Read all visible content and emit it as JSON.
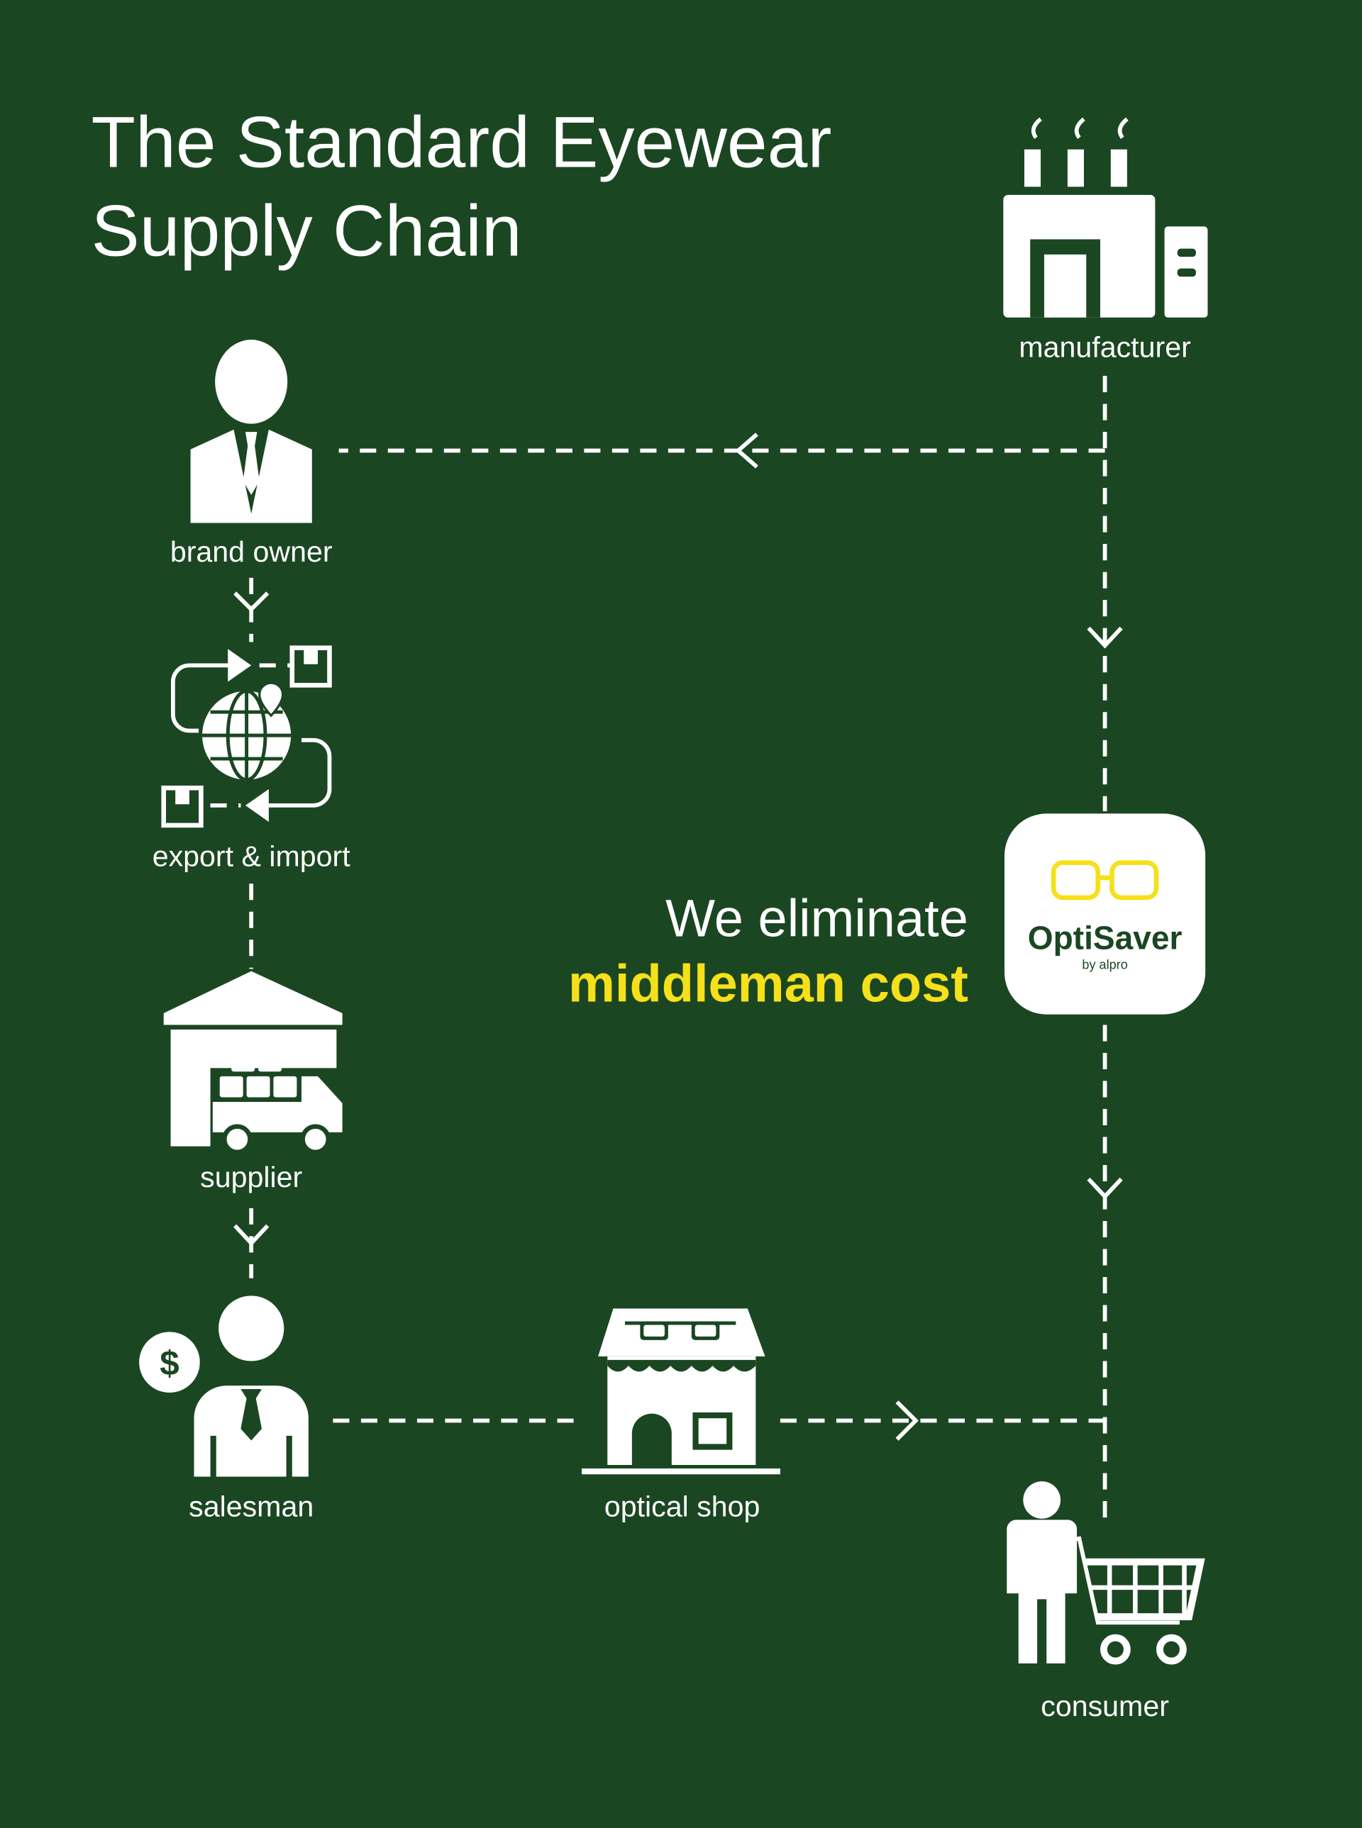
{
  "title_line1": "The Standard Eyewear",
  "title_line2": "Supply Chain",
  "nodes": {
    "manufacturer": "manufacturer",
    "brand_owner": "brand owner",
    "export_import": "export & import",
    "supplier": "supplier",
    "salesman": "salesman",
    "optical_shop": "optical shop",
    "consumer": "consumer"
  },
  "tagline_line1": "We eliminate",
  "tagline_line2": "middleman cost",
  "logo": {
    "name": "OptiSaver",
    "byline": "by alpro"
  },
  "colors": {
    "background": "#1b4622",
    "accent": "#f5e01a",
    "text": "#ffffff"
  }
}
